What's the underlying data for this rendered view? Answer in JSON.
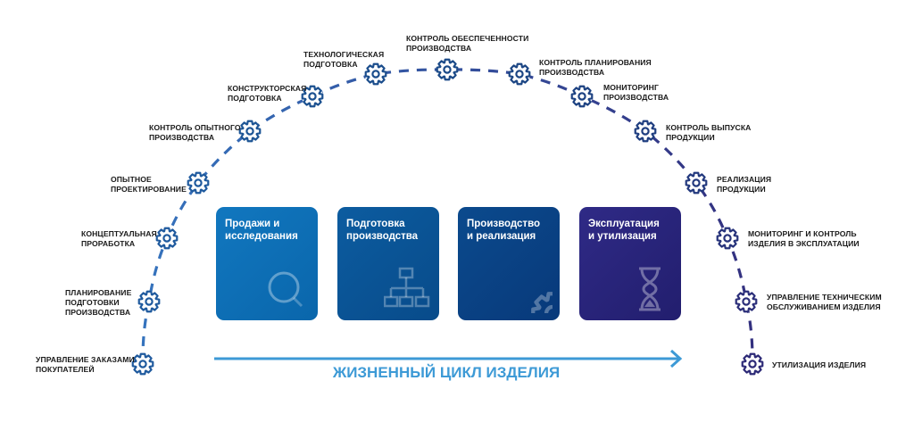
{
  "steps": [
    {
      "lines": [
        "Управление заказами",
        "покупателей"
      ],
      "color": "#1f5a9e"
    },
    {
      "lines": [
        "Планирование",
        "подготовки",
        "производства"
      ],
      "color": "#1f5a9e"
    },
    {
      "lines": [
        "Концептуальная",
        "проработка"
      ],
      "color": "#1f5a9e"
    },
    {
      "lines": [
        "Опытное",
        "проектирование"
      ],
      "color": "#1f5a9e"
    },
    {
      "lines": [
        "Контроль опытного",
        "производства"
      ],
      "color": "#1d5595"
    },
    {
      "lines": [
        "Конструкторская",
        "подготовка"
      ],
      "color": "#1c5190"
    },
    {
      "lines": [
        "Технологическая",
        "подготовка"
      ],
      "color": "#1b4d8c"
    },
    {
      "lines": [
        "Контроль обеспеченности",
        "производства"
      ],
      "color": "#1b4a88"
    },
    {
      "lines": [
        "Контроль планирования",
        "производства"
      ],
      "color": "#1c4684"
    },
    {
      "lines": [
        "Мониторинг",
        "производства"
      ],
      "color": "#1d4282"
    },
    {
      "lines": [
        "Контроль выпуска",
        "продукции"
      ],
      "color": "#1f3e80"
    },
    {
      "lines": [
        "Реализация",
        "продукции"
      ],
      "color": "#23397e"
    },
    {
      "lines": [
        "Мониторинг и контроль",
        "изделия в эксплуатации"
      ],
      "color": "#27337b"
    },
    {
      "lines": [
        "Управление техническим",
        "обслуживанием изделия"
      ],
      "color": "#2b2e79"
    },
    {
      "lines": [
        "Утилизация изделия"
      ],
      "color": "#2d2a77"
    }
  ],
  "phases": [
    {
      "lines": [
        "Продажи и",
        "исследования"
      ],
      "icon": "search-icon"
    },
    {
      "lines": [
        "Подготовка",
        "производства"
      ],
      "icon": "hierarchy-icon"
    },
    {
      "lines": [
        "Производство",
        "и реализация"
      ],
      "icon": "gear-icon"
    },
    {
      "lines": [
        "Эксплуатация",
        "и утилизация"
      ],
      "icon": "hourglass-icon"
    }
  ],
  "lifecycle_label": "ЖИЗНЕННЫЙ ЦИКЛ ИЗДЕЛИЯ",
  "colors": {
    "arc_start": "#3573bd",
    "arc_end": "#33307f",
    "arrow": "#3d9ad6"
  }
}
